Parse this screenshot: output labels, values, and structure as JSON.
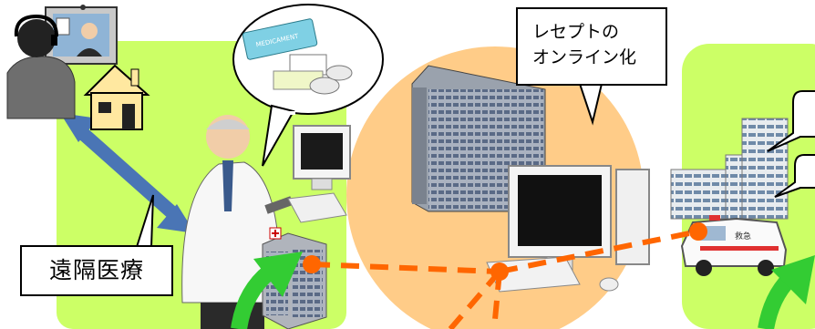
{
  "labels": {
    "remote_care": "遠隔医療",
    "receipt_online_line1": "レセプトの",
    "receipt_online_line2": "オンライン化"
  },
  "medicine_box_text": "MEDICAMENT",
  "ambulance_text": "救急",
  "colors": {
    "panel_green": "#ccff66",
    "circle_orange": "#ffcc88",
    "network_line": "#ff6600",
    "double_arrow": "#4a75b5",
    "up_arrow": "#33cc33"
  }
}
